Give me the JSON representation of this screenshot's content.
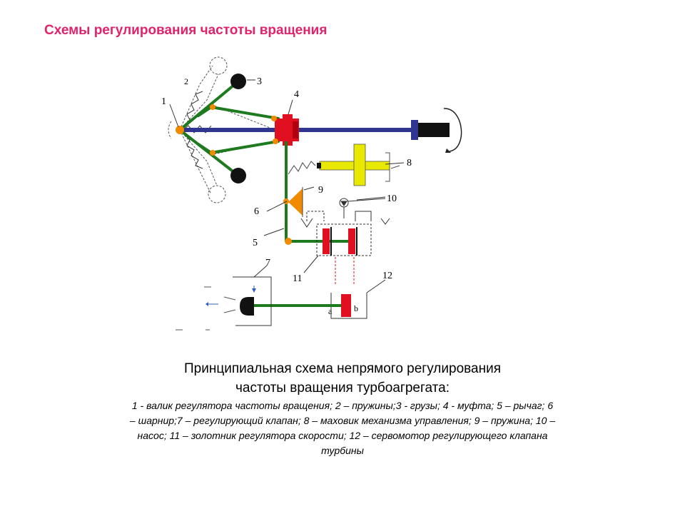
{
  "slide": {
    "title": "Схемы регулирования частоты вращения"
  },
  "diagram": {
    "labels": {
      "l1": "1",
      "l2": "2",
      "l3": "3",
      "l4": "4",
      "l5": "5",
      "l6": "6",
      "l7": "7",
      "l8": "8",
      "l9": "9",
      "l10": "10",
      "l11": "11",
      "l12": "12",
      "a": "a",
      "b": "b"
    },
    "colors": {
      "lever": "#1e7a1e",
      "shaft": "#2f3590",
      "weight": "#111111",
      "coupling": "#e01020",
      "pivot": "#f08a00",
      "handwheel": "#e8e800",
      "spool": "#e01020",
      "valve": "#111111"
    }
  },
  "caption": {
    "title_line1": "Принципиальная схема непрямого регулирования",
    "title_line2": "частоты вращения турбоагрегата:",
    "legend_line1": "1 - валик регулятора частоты вращения; 2 – пружины;3 - грузы; 4 - муфта; 5 – рычаг; 6",
    "legend_line2": "– шарнир;7 – регулирующий клапан; 8 – маховик механизма управления; 9 – пружина; 10 –",
    "legend_line3": "насос; 11 – золотник регулятора скорости; 12 – сервомотор регулирующего клапана",
    "legend_line4": "турбины"
  }
}
